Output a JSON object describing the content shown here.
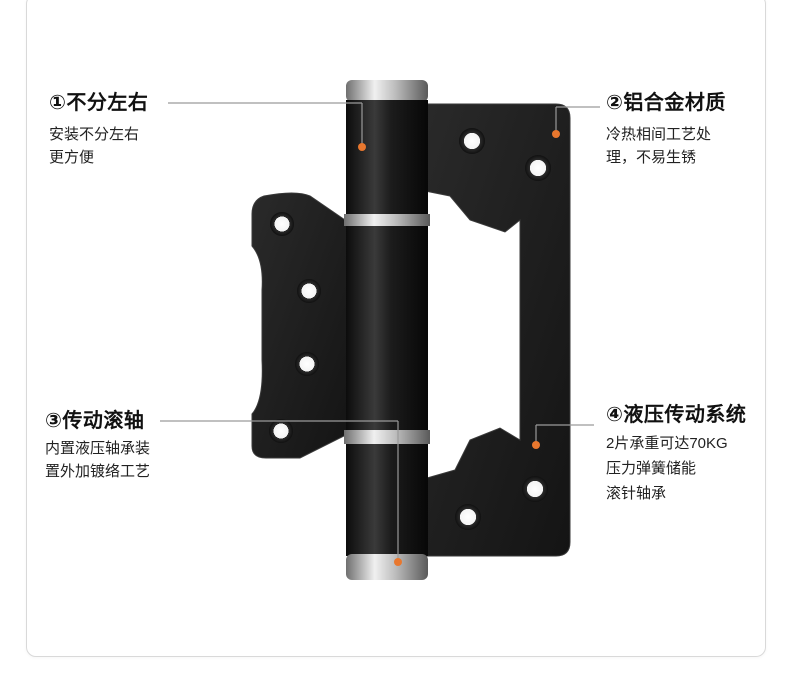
{
  "features": [
    {
      "title": "①不分左右",
      "desc": [
        "安装不分左右",
        "更方便"
      ]
    },
    {
      "title": "②铝合金材质",
      "desc": [
        "冷热相间工艺处",
        "理，不易生锈"
      ]
    },
    {
      "title": "③传动滚轴",
      "desc": [
        "内置液压轴承装",
        "置外加镀络工艺"
      ]
    },
    {
      "title": "④液压传动系统",
      "desc": [
        "2片承重可达70KG",
        "压力弹簧储能",
        "滚针轴承"
      ]
    }
  ],
  "colors": {
    "accent": "#e8772e",
    "leader": "#9a9a9a",
    "hinge": "#1b1b1b",
    "steel": "#c8c8c8"
  },
  "icons": [
    "hinge-product-image"
  ]
}
